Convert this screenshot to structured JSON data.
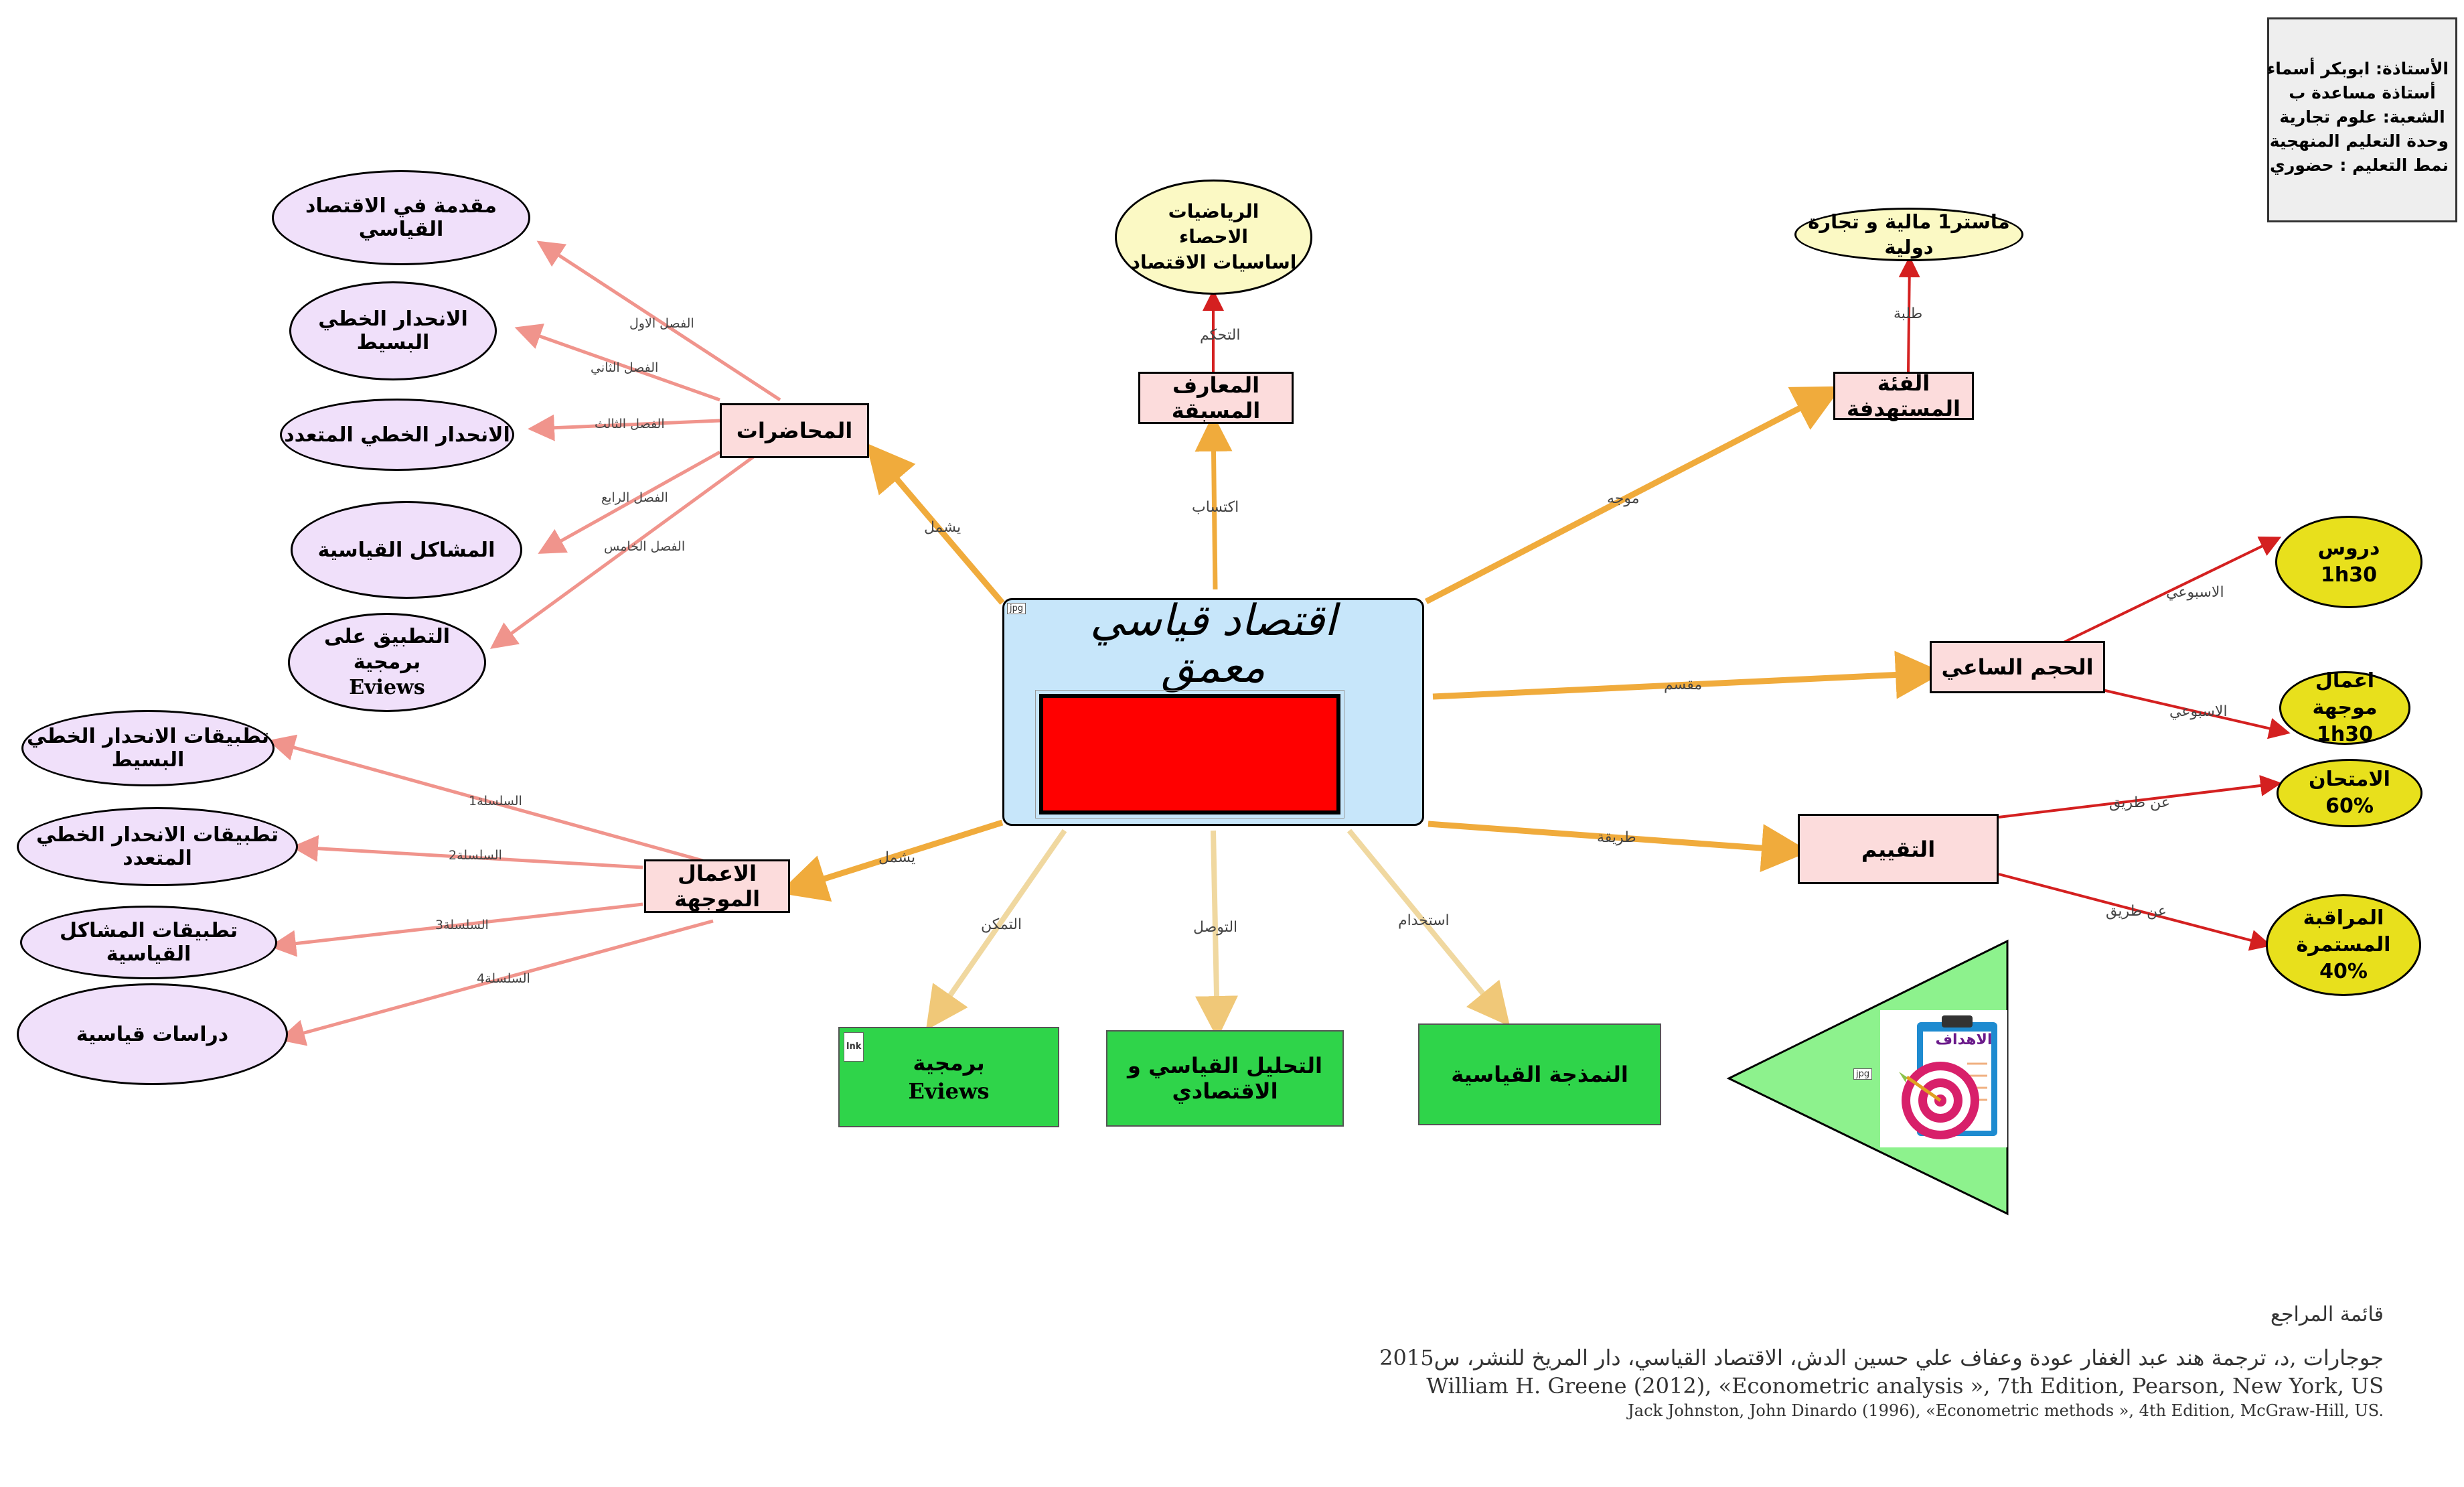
{
  "center": {
    "title_line1": "اقتصاد قياسي",
    "title_line2": "معمق",
    "tag": "jpg"
  },
  "info": {
    "line1": "الأستاذة: ابوبكر أسماء",
    "line2": "أستاذة مساعدة ب",
    "line3": "الشعبة: علوم تجارية",
    "line4": "وحدة التعليم المنهجية",
    "line5": "نمط التعليم : حضوري"
  },
  "nodes": {
    "lectures": "المحاضرات",
    "prior": "المعارف المسبقة",
    "target": "الفئة المستهدفة",
    "hours": "الحجم الساعي",
    "evaluation": "التقييم",
    "tutorials": "الاعمال الموجهة",
    "prior_items": [
      "الرياضيات",
      "الاحصاء",
      "اساسيات الاقتصاد"
    ],
    "target_item": "ماستر1 مالية و تجارة دولية",
    "lecture_items": [
      "مقدمة في الاقتصاد القياسي",
      "الانحدار الخطي البسيط",
      "الانحدار الخطي المتعدد",
      "المشاكل القياسية",
      "التطبيق على برمجية",
      "Eviews"
    ],
    "tutorial_items": [
      "تطبيقات الانحدار الخطي البسيط",
      "تطبيقات الانحدار الخطي المتعدد",
      "تطبيقات المشاكل القياسية",
      "دراسات قياسية"
    ],
    "hours_items": [
      "دروس",
      "1h30",
      "اعمال موجهة",
      "1h30"
    ],
    "eval_items": [
      "الامتحان",
      "60%",
      "المراقبة المستمرة",
      "40%"
    ],
    "eviews_box": [
      "برمجية",
      "Eviews"
    ],
    "analysis_box": "التحليل القياسي و الاقتصادي",
    "modeling_box": "النمذجة القياسية",
    "objectives": "الاهداف",
    "eviews_tag": "lnk",
    "objectives_tag": "jpg"
  },
  "edge_labels": {
    "includes1": "يشمل",
    "includes2": "يشمل",
    "acquire": "اكتساب",
    "directed": "موجه",
    "divided": "مقسم",
    "method": "طريقة",
    "mastery": "التمكن",
    "reach": "التوصل",
    "use": "استخدام",
    "control": "التحكم",
    "students": "طلبة",
    "ch1": "الفصل الاول",
    "ch2": "الفصل الثاني",
    "ch3": "الفصل الثالث",
    "ch4": "الفصل الرابع",
    "ch5": "الفصل الخامس",
    "s1": "السلسلة1",
    "s2": "السلسلة2",
    "s3": "السلسلة3",
    "s4": "السلسلة4",
    "weekly1": "الاسبوعي",
    "weekly2": "الاسبوعي",
    "via1": "عن طريق",
    "via2": "عن طريق"
  },
  "references": {
    "title": "قائمة المراجع",
    "ref1": "جوجارات ,د، ترجمة هند عبد الغفار عودة وعفاف علي حسين الدش، الاقتصاد القياسي، دار المريخ للنشر، س2015",
    "ref2": "William H. Greene (2012), «Econometric analysis », 7th Edition, Pearson, New York, US",
    "ref3": "Jack Johnston, John Dinardo (1996), «Econometric methods », 4th Edition, McGraw-Hill, US."
  },
  "colors": {
    "orange": "#f0ab3c",
    "tan": "#f0d8a0",
    "salmon": "#f0948c",
    "red": "#d42020"
  }
}
